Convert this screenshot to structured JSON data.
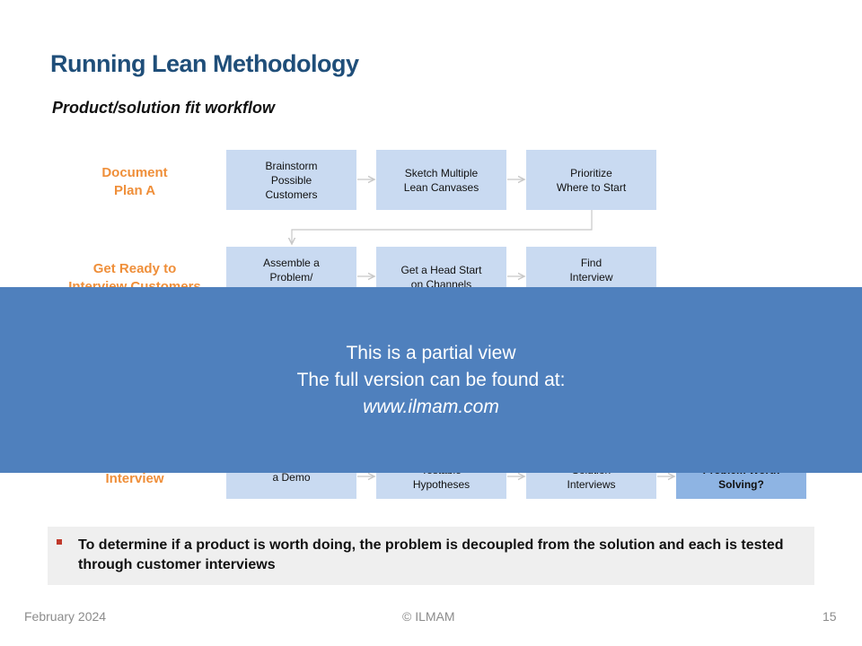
{
  "slide": {
    "title": "Running Lean Methodology",
    "subtitle": "Product/solution fit workflow"
  },
  "rows": [
    {
      "label": "Document\nPlan A",
      "boxes": [
        "Brainstorm\nPossible\nCustomers",
        "Sketch Multiple\nLean Canvases",
        "Prioritize\nWhere to Start"
      ]
    },
    {
      "label": "Get Ready to\nInterview Customers",
      "boxes": [
        "Assemble a\nProblem/\nSolution Te",
        "Get a Head Start\non Channels",
        "Find\nInterview\nProspects"
      ]
    },
    {
      "label": "Interview",
      "boxes": [
        "a Demo",
        "Testable\nHypotheses",
        "Solution\nInterviews",
        "Problem Worth\nSolving?"
      ]
    }
  ],
  "banner": {
    "line1": "This is a partial view",
    "line2": "The full version can be found at:",
    "line3": "www.ilmam.com"
  },
  "note": {
    "text": "To determine if a product is worth doing, the problem is decoupled from the solution and each is tested through customer interviews"
  },
  "footer": {
    "date": "February 2024",
    "copyright": "© ILMAM",
    "page": "15"
  },
  "colors": {
    "title": "#1f4e79",
    "row_label": "#ef8f3a",
    "box": "#c9daf1",
    "box_dark": "#8eb4e3",
    "banner": "#4f80bd",
    "note_bg": "#efefef",
    "bullet": "#c0392b"
  }
}
